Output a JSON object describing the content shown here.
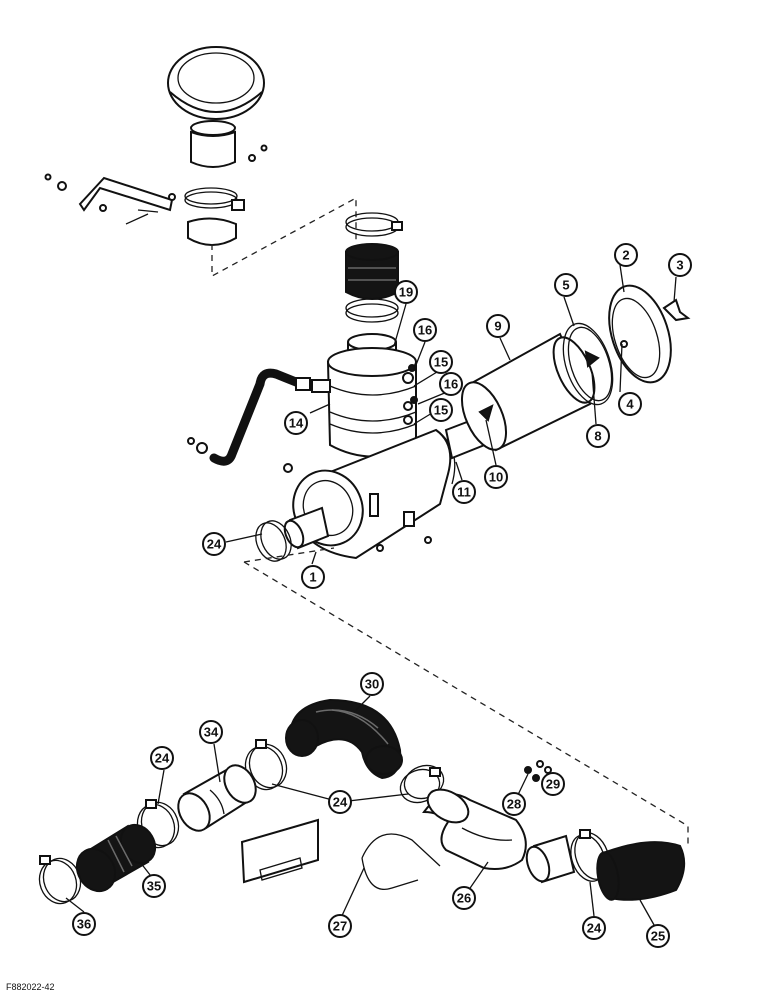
{
  "figure": {
    "code": "F882022-42",
    "callouts": [
      {
        "label": "1"
      },
      {
        "label": "2"
      },
      {
        "label": "3"
      },
      {
        "label": "4"
      },
      {
        "label": "5"
      },
      {
        "label": "8"
      },
      {
        "label": "9"
      },
      {
        "label": "10"
      },
      {
        "label": "11"
      },
      {
        "label": "14"
      },
      {
        "label": "15"
      },
      {
        "label": "15"
      },
      {
        "label": "16"
      },
      {
        "label": "16"
      },
      {
        "label": "19"
      },
      {
        "label": "24"
      },
      {
        "label": "24"
      },
      {
        "label": "24"
      },
      {
        "label": "24"
      },
      {
        "label": "25"
      },
      {
        "label": "26"
      },
      {
        "label": "27"
      },
      {
        "label": "28"
      },
      {
        "label": "29"
      },
      {
        "label": "30"
      },
      {
        "label": "34"
      },
      {
        "label": "35"
      },
      {
        "label": "36"
      }
    ]
  }
}
